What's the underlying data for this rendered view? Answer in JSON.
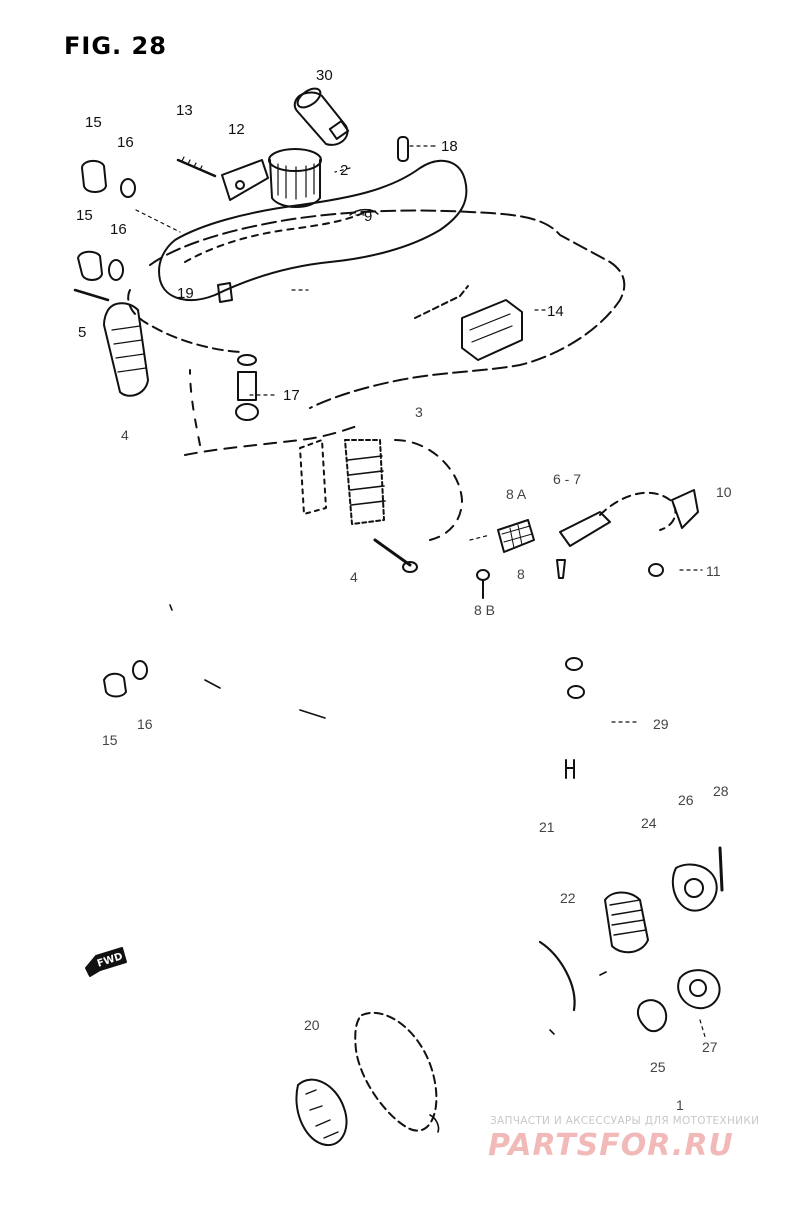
{
  "figure": {
    "title": "FIG. 28"
  },
  "callouts": {
    "c30": "30",
    "c13": "13",
    "c12": "12",
    "c15a": "15",
    "c16a": "16",
    "c18": "18",
    "c2": "2",
    "c9": "9",
    "c15b": "15",
    "c16b": "16",
    "c19": "19",
    "c5": "5",
    "c14": "14",
    "c17": "17",
    "c4a": "4",
    "c3": "3",
    "c4b": "4",
    "c67": "6 - 7",
    "c8a": "8 A",
    "c10": "10",
    "c8": "8",
    "c11": "11",
    "c8b": "8 B",
    "c16c": "16",
    "c15c": "15",
    "c29": "29",
    "c28": "28",
    "c26": "26",
    "c24": "24",
    "c21": "21",
    "c22": "22",
    "c20": "20",
    "c27": "27",
    "c25": "25",
    "c1": "1"
  },
  "fwd_label": "FWD",
  "watermark": {
    "subtitle": "ЗАПЧАСТИ И АКСЕССУАРЫ ДЛЯ МОТОТЕХНИКИ",
    "logo": "PARTSFOR.RU"
  }
}
